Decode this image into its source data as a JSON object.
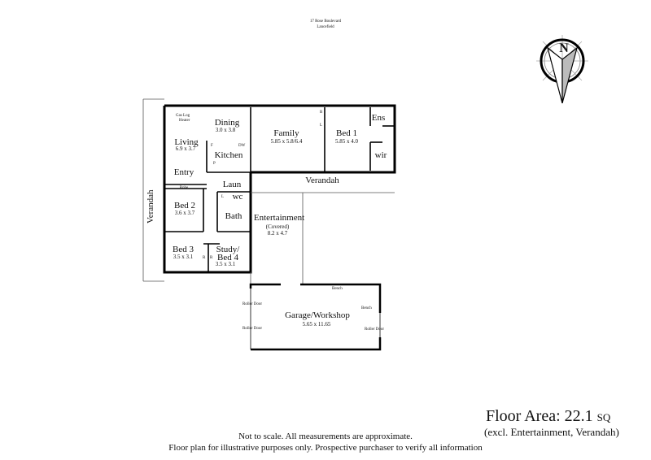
{
  "header": {
    "address_line1": "17 Rose Boulevard",
    "address_line2": "Lancefield"
  },
  "compass": {
    "label": "N"
  },
  "rooms": {
    "dining": {
      "name": "Dining",
      "dims": "3.0 x 3.8"
    },
    "living": {
      "name": "Living",
      "dims": "6.9 x 3.7"
    },
    "kitchen": {
      "name": "Kitchen"
    },
    "family": {
      "name": "Family",
      "dims": "5.85 x 5.8/6.4"
    },
    "bed1": {
      "name": "Bed 1",
      "dims": "5.85 x 4.0"
    },
    "ens": {
      "name": "Ens"
    },
    "wir": {
      "name": "wir"
    },
    "entry": {
      "name": "Entry"
    },
    "laun": {
      "name": "Laun"
    },
    "wc": {
      "name": "wc"
    },
    "bed2": {
      "name": "Bed 2",
      "dims": "3.6 x 3.7"
    },
    "robe": {
      "name": "Robe"
    },
    "bath": {
      "name": "Bath"
    },
    "bed3": {
      "name": "Bed 3",
      "dims": "3.5 x 3.1"
    },
    "study": {
      "name": "Study/",
      "name2": "Bed 4",
      "dims": "3.5 x 3.1"
    },
    "entertainment": {
      "name": "Entertainment",
      "note": "(Covered)",
      "dims": "8.2 x 4.7"
    },
    "verandah_west": {
      "name": "Verandah"
    },
    "verandah_south": {
      "name": "Verandah"
    },
    "garage": {
      "name": "Garage/Workshop",
      "dims": "5.65 x 11.65"
    }
  },
  "fixtures": {
    "gas_log": "Gas Log",
    "heater": "Heater",
    "dw": "DW",
    "fridge": "F",
    "pantry": "P",
    "linen": "L",
    "broom": "B",
    "robe_r": "R",
    "bench": "Bench",
    "roller_door": "Roller Door"
  },
  "footer": {
    "floor_area_label": "Floor Area: 22.1",
    "floor_area_unit": "SQ",
    "exclusions": "(excl. Entertainment, Verandah)",
    "note1": "Not to scale. All measurements are approximate.",
    "note2": "Floor plan for illustrative purposes only. Prospective purchaser to verify all information"
  }
}
